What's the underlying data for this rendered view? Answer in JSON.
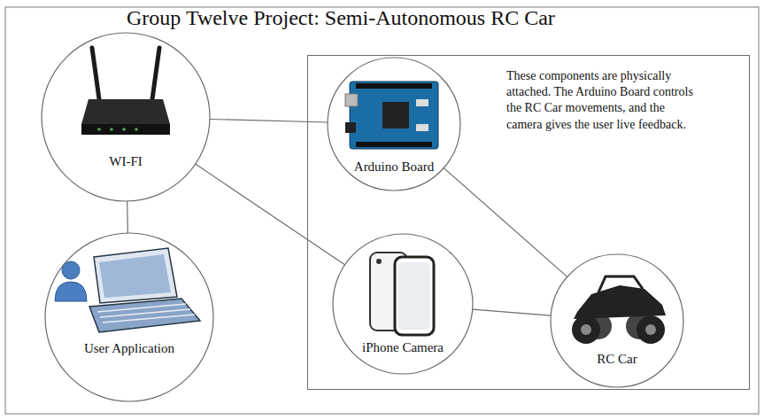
{
  "diagram": {
    "title": "Group Twelve Project: Semi-Autonomous RC Car",
    "nodes": [
      {
        "text": [
          "WI-FI"
        ]
      },
      {
        "text": [
          "These components are physically attached. The Arduino Board controls the RC Car movements, and the camera gives the user live feedback."
        ]
      },
      {
        "text": [
          "Arduino Board"
        ],
        "in": 1
      },
      {
        "text": [
          "iPhone Camera"
        ],
        "in": 1
      },
      {
        "text": [
          "RC Car"
        ],
        "in": 1
      },
      {
        "text": [
          "User Application"
        ]
      }
    ],
    "edges": [
      {
        "from": 0,
        "to": 2,
        "arrow": "none"
      },
      {
        "from": 0,
        "to": 5,
        "arrow": "none"
      },
      {
        "from": 0,
        "to": 3,
        "arrow": "none"
      },
      {
        "from": 2,
        "to": 4,
        "arrow": "none"
      },
      {
        "from": 3,
        "to": 4,
        "arrow": "none"
      }
    ]
  }
}
